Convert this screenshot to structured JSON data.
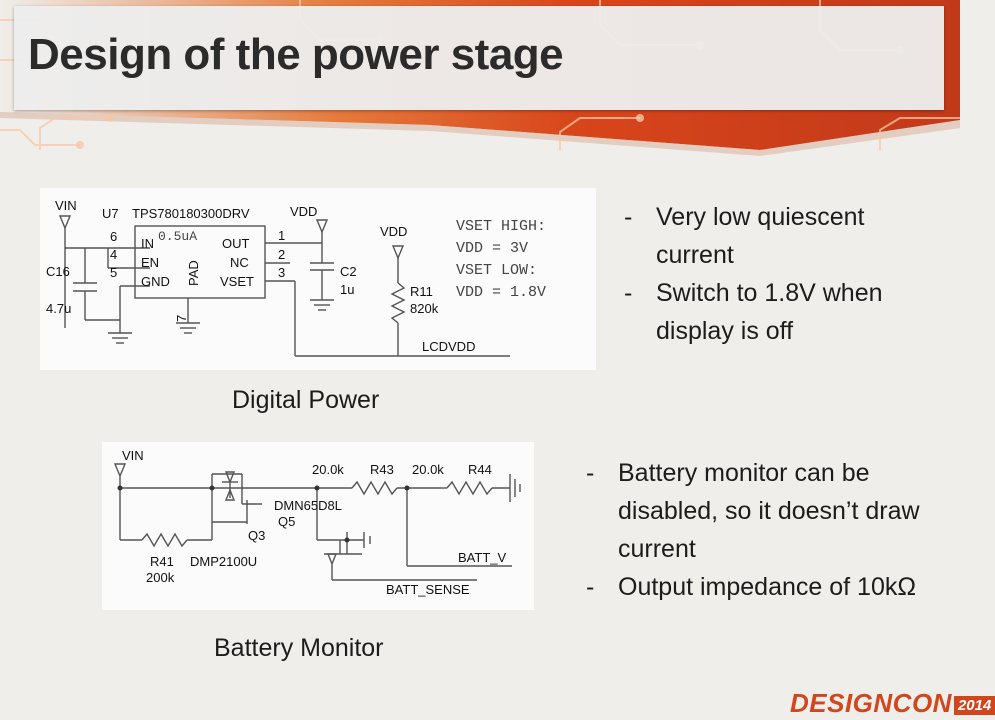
{
  "title": "Design of the power stage",
  "colors": {
    "accent": "#d1461d",
    "banner_orange": "#e0602a",
    "background": "#efeeea"
  },
  "digital_power": {
    "caption": "Digital Power",
    "schematic": {
      "vin": "VIN",
      "ref": "U7",
      "part": "TPS780180300DRV",
      "iq": "0.5uA",
      "pins_left": [
        "IN",
        "EN",
        "GND"
      ],
      "pins_left_nums": [
        "6",
        "4",
        "5"
      ],
      "pins_right": [
        "OUT",
        "NC",
        "VSET"
      ],
      "pins_right_nums": [
        "1",
        "2",
        "3"
      ],
      "pad": "PAD",
      "pad_num": "7",
      "vdd": "VDD",
      "vdd2": "VDD",
      "c16": "C16",
      "c16_val": "4.7u",
      "c2": "C2",
      "c2_val": "1u",
      "r11": "R11",
      "r11_val": "820k",
      "net": "LCDVDD",
      "note": [
        "VSET HIGH:",
        "VDD = 3V",
        "VSET LOW:",
        "VDD = 1.8V"
      ]
    },
    "bullets": [
      "Very low quiescent current",
      "Switch to 1.8V when display is off"
    ]
  },
  "battery_monitor": {
    "caption": "Battery Monitor",
    "schematic": {
      "vin": "VIN",
      "r43_val": "20.0k",
      "r43": "R43",
      "r44_val": "20.0k",
      "r44": "R44",
      "q5_part": "DMN65D8L",
      "q5": "Q5",
      "q3": "Q3",
      "r41": "R41",
      "r41_val": "200k",
      "q3_part": "DMP2100U",
      "batt_v": "BATT_V",
      "batt_sense": "BATT_SENSE"
    },
    "bullets": [
      "Battery monitor can be disabled, so it doesn’t draw current",
      "Output impedance  of 10kΩ"
    ]
  },
  "logo": {
    "text": "DESIGNCON",
    "year": "2014"
  }
}
